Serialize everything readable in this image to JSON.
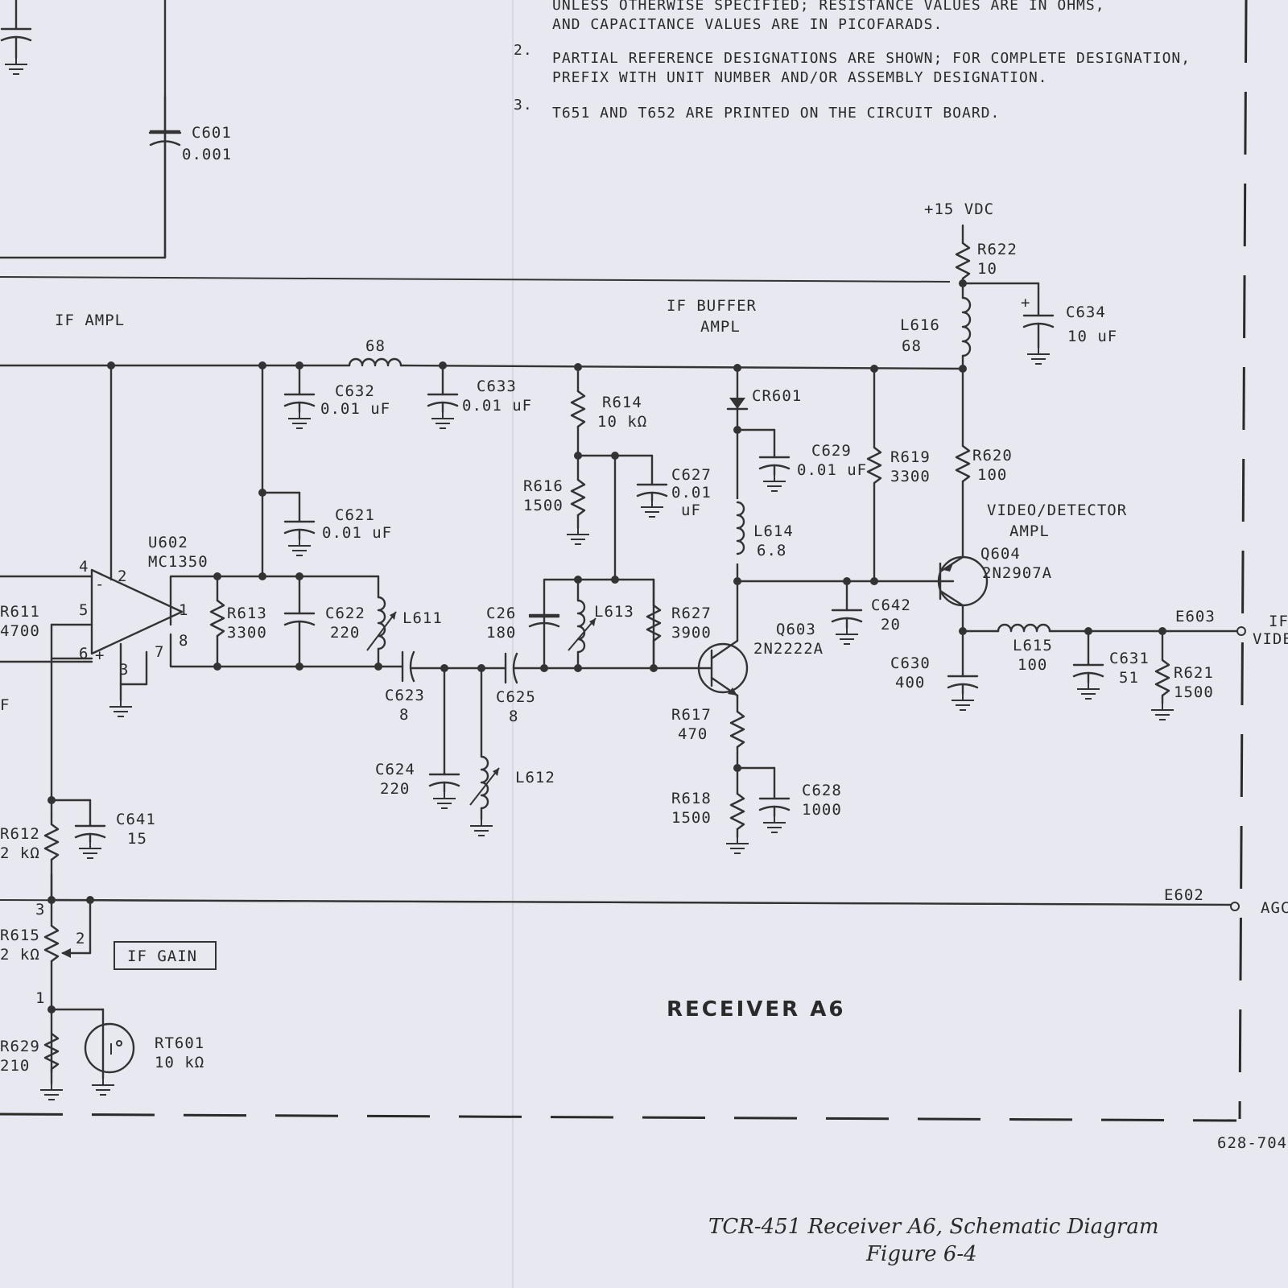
{
  "notes": {
    "n1_line1": "UNLESS OTHERWISE SPECIFIED; RESISTANCE VALUES ARE IN OHMS,",
    "n1_line2": "AND CAPACITANCE VALUES ARE IN PICOFARADS.",
    "n2_num": "2.",
    "n2_line1": "PARTIAL REFERENCE DESIGNATIONS ARE SHOWN; FOR COMPLETE DESIGNATION,",
    "n2_line2": "PREFIX WITH UNIT NUMBER AND/OR ASSEMBLY DESIGNATION.",
    "n3_num": "3.",
    "n3_line1": "T651 AND T652 ARE PRINTED ON THE CIRCUIT BOARD."
  },
  "sections": {
    "if_ampl": "IF AMPL",
    "if_buffer_1": "IF BUFFER",
    "if_buffer_2": "AMPL",
    "video_1": "VIDEO/DETECTOR",
    "video_2": "AMPL",
    "receiver": "RECEIVER A6",
    "if_gain": "IF GAIN"
  },
  "supply": "+15 VDC",
  "components": {
    "c601": [
      "C601",
      "0.001"
    ],
    "r622": [
      "R622",
      "10"
    ],
    "c634": [
      "C634",
      "10 uF"
    ],
    "l616": [
      "L616",
      "68"
    ],
    "l_68": [
      "68"
    ],
    "c632": [
      "C632",
      "0.01 uF"
    ],
    "c633": [
      "C633",
      "0.01 uF"
    ],
    "r614": [
      "R614",
      "10 kΩ"
    ],
    "cr601": [
      "CR601"
    ],
    "c629": [
      "C629",
      "0.01 uF"
    ],
    "r619": [
      "R619",
      "3300"
    ],
    "r620": [
      "R620",
      "100"
    ],
    "r616": [
      "R616",
      "1500"
    ],
    "c627": [
      "C627",
      "0.01",
      "uF"
    ],
    "c621": [
      "C621",
      "0.01 uF"
    ],
    "u602": [
      "U602",
      "MC1350"
    ],
    "l614": [
      "L614",
      "6.8"
    ],
    "q604": [
      "Q604",
      "2N2907A"
    ],
    "r611": [
      "R611",
      "4700"
    ],
    "r613": [
      "R613",
      "3300"
    ],
    "c622": [
      "C622",
      "220"
    ],
    "l611": [
      "L611"
    ],
    "c26": [
      "C26",
      "180"
    ],
    "l613": [
      "L613"
    ],
    "r627": [
      "R627",
      "3900"
    ],
    "q603": [
      "Q603",
      "2N2222A"
    ],
    "c642": [
      "C642",
      "20"
    ],
    "e603": [
      "E603"
    ],
    "if_out": [
      "IF",
      "VIDE"
    ],
    "l615": [
      "L615",
      "100"
    ],
    "c631": [
      "C631",
      "51"
    ],
    "r621": [
      "R621",
      "1500"
    ],
    "c630": [
      "C630",
      "400"
    ],
    "c623": [
      "C623",
      "8"
    ],
    "c625": [
      "C625",
      "8"
    ],
    "r617": [
      "R617",
      "470"
    ],
    "c624": [
      "C624",
      "220"
    ],
    "l612": [
      "L612"
    ],
    "c628": [
      "C628",
      "1000"
    ],
    "r618": [
      "R618",
      "1500"
    ],
    "c641": [
      "C641",
      "15"
    ],
    "r612": [
      "R612",
      "2 kΩ"
    ],
    "e602": [
      "E602"
    ],
    "agc": [
      "AGC"
    ],
    "r615": [
      "R615",
      "2 kΩ"
    ],
    "r629": [
      "R629",
      "210"
    ],
    "rt601": [
      "RT601",
      "10 kΩ"
    ],
    "f_cut": [
      "F"
    ]
  },
  "pins": {
    "p1": "1",
    "p2": "2",
    "p3": "3",
    "p4": "4",
    "p5": "5",
    "p6": "6",
    "p7": "7",
    "p8": "8",
    "pot1": "1",
    "pot2": "2",
    "pot3": "3"
  },
  "drawing_no": "628-704",
  "caption": {
    "line1": "TCR-451 Receiver A6, Schematic Diagram",
    "line2": "Figure 6-4"
  }
}
